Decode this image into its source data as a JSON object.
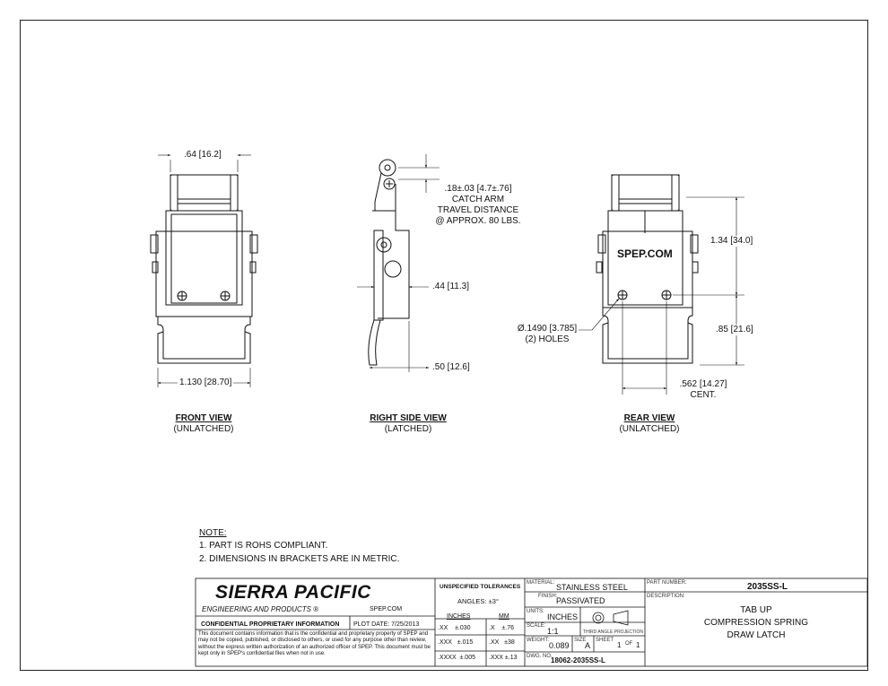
{
  "dimensions": {
    "front_top_width": ".64",
    "front_top_width_mm": "16.2",
    "front_overall_width": "1.130",
    "front_overall_width_mm": "28.70",
    "catch_travel": ".18±.03",
    "catch_travel_mm": "4.7±.76",
    "catch_note_1": "CATCH ARM",
    "catch_note_2": "TRAVEL DISTANCE",
    "catch_note_3": "@ APPROX. 80 LBS.",
    "side_depth": ".44",
    "side_depth_mm": "11.3",
    "side_depth_total": ".50",
    "side_depth_total_mm": "12.6",
    "rear_upper_height": "1.34",
    "rear_upper_height_mm": "34.0",
    "rear_lower_height": ".85",
    "rear_lower_height_mm": "21.6",
    "hole_diameter": "Ø.1490",
    "hole_diameter_mm": "3.785",
    "hole_count": "(2) HOLES",
    "hole_spacing": ".562",
    "hole_spacing_mm": "14.27",
    "hole_spacing_note": "CENT."
  },
  "views": {
    "front_title": "FRONT VIEW",
    "front_sub": "(UNLATCHED)",
    "side_title": "RIGHT SIDE VIEW",
    "side_sub": "(LATCHED)",
    "rear_title": "REAR VIEW",
    "rear_sub": "(UNLATCHED)",
    "rear_stamp": "SPEP.COM"
  },
  "notes": {
    "heading": "NOTE:",
    "items": [
      "1.   PART IS ROHS COMPLIANT.",
      "2.   DIMENSIONS IN BRACKETS ARE IN METRIC."
    ]
  },
  "title_block": {
    "company": "SIERRA PACIFIC",
    "company_sub": "ENGINEERING AND PRODUCTS",
    "registered": "®",
    "website": "SPEP.COM",
    "confidential_heading": "CONFIDENTIAL PROPRIETARY INFORMATION",
    "plot_date": "PLOT DATE: 7/25/2013",
    "confidential_text": "This document contains information that is the confidential and proprietary property of SPEP and may not be copied, published, or disclosed to others, or used for any purpose other than review, without the express written authorization of an authorized officer of SPEP. This document must be kept only in SPEP's confidential files when not in use.",
    "tol_heading": "UNSPECIFIED TOLERANCES",
    "tol_angles": "ANGLES: ±3°",
    "tol_inch_label": "INCHES",
    "tol_mm_label": "MM",
    "tol_rows": [
      {
        "in_fmt": ".XX",
        "in_val": "±.030",
        "mm_fmt": ".X",
        "mm_val": "±.76"
      },
      {
        "in_fmt": ".XXX",
        "in_val": "±.015",
        "mm_fmt": ".XX",
        "mm_val": "±38"
      },
      {
        "in_fmt": ".XXXX",
        "in_val": "±.005",
        "mm_fmt": ".XXX",
        "mm_val": "±.13"
      }
    ],
    "material_label": "MATERIAL:",
    "material": "STAINLESS STEEL",
    "finish_label": "FINISH:",
    "finish": "PASSIVATED",
    "units_label": "UNITS:",
    "units": "INCHES",
    "scale_label": "SCALE:",
    "scale": "1:1",
    "projection": "THIRD ANGLE PROJECTION",
    "weight_label": "WEIGHT:",
    "weight": "0.089",
    "size_label": "SIZE",
    "size": "A",
    "sheet_label": "SHEET",
    "sheet": "1",
    "of_label": "OF",
    "sheet_total": "1",
    "dwg_label": "DWG. NO.",
    "dwg_no": "18062-2035SS-L",
    "part_label": "PART NUMBER:",
    "part_no": "2035SS-L",
    "desc_label": "DESCRIPTION:",
    "desc_lines": [
      "TAB UP",
      "COMPRESSION SPRING",
      "DRAW LATCH"
    ]
  }
}
